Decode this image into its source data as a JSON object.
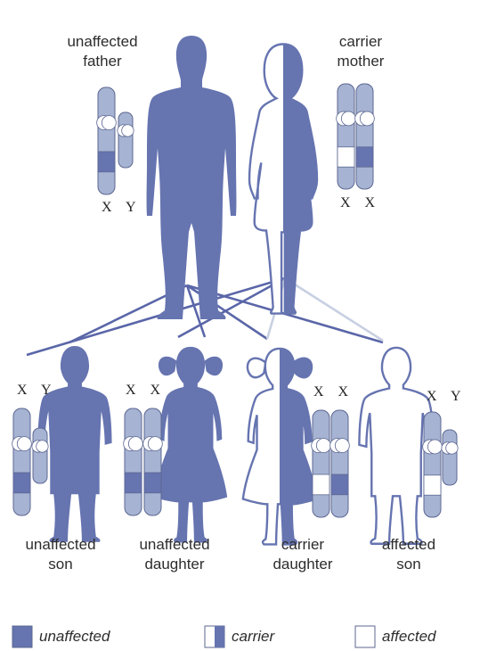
{
  "parents": {
    "father": {
      "line1": "unaffected",
      "line2": "father",
      "chromosomes": "X Y"
    },
    "mother": {
      "line1": "carrier",
      "line2": "mother",
      "chromosomes": "X X"
    }
  },
  "children": [
    {
      "line1": "unaffected",
      "line2": "son",
      "chromosomes": "X Y"
    },
    {
      "line1": "unaffected",
      "line2": "daughter",
      "chromosomes": "X X"
    },
    {
      "line1": "carrier",
      "line2": "daughter",
      "chromosomes": "X X"
    },
    {
      "line1": "affected",
      "line2": "son",
      "chromosomes": "X Y"
    }
  ],
  "legend": {
    "unaffected": "unaffected",
    "carrier": "carrier",
    "affected": "affected"
  },
  "colors": {
    "figure": "#6674b0",
    "chromosome": "#a6b3d3",
    "chromosome_outline": "#5c6791",
    "line": "#5a66a8",
    "line_light": "#c8d0e2"
  }
}
